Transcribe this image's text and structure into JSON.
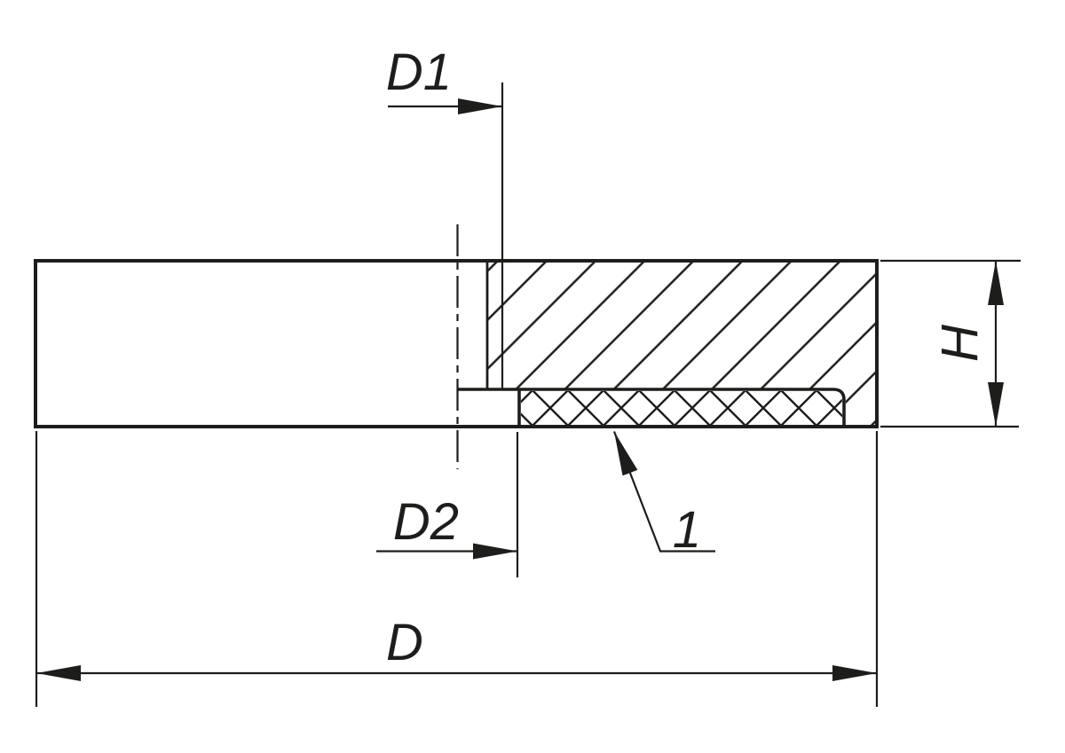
{
  "drawing": {
    "background_color": "#ffffff",
    "line_color": "#1d1d1b",
    "dimension_labels": {
      "d1": "D1",
      "d2": "D2",
      "d": "D",
      "h": "H"
    },
    "callouts": {
      "item1": "1"
    }
  }
}
